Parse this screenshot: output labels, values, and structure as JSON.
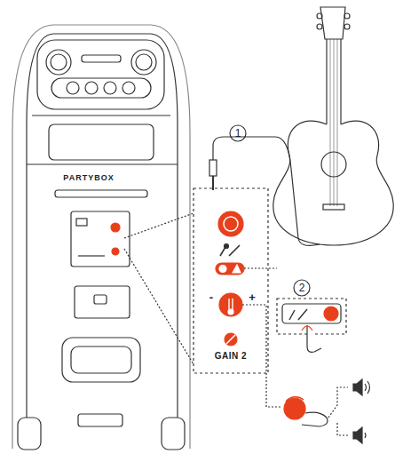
{
  "diagram": {
    "labels": [
      "PARTYBOX",
      "1",
      "2",
      "-",
      "+",
      "GAIN 2"
    ]
  }
}
